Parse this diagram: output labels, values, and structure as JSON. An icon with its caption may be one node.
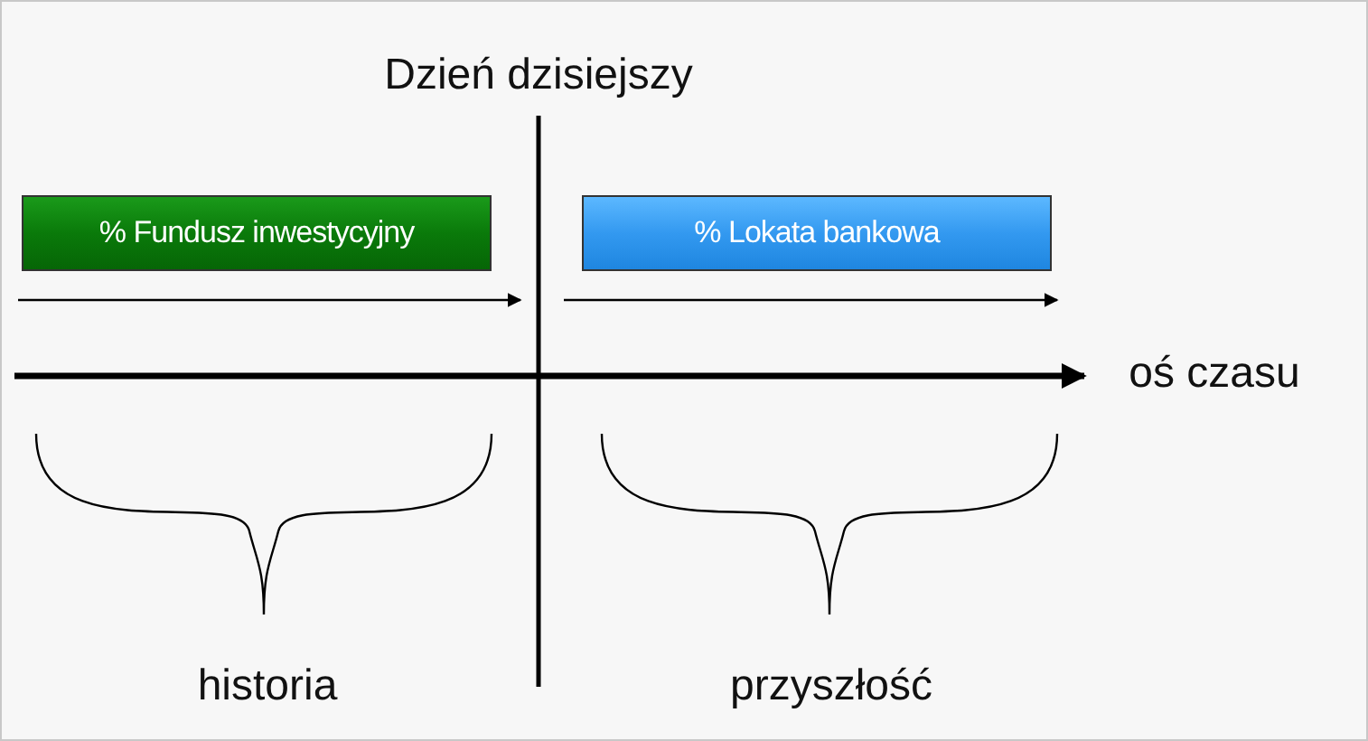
{
  "diagram": {
    "nodes": [
      {
        "text": [
          "% Fundusz inwestycyjny"
        ]
      },
      {
        "text": [
          "% Lokata bankowa"
        ]
      }
    ],
    "labels": [
      "Dzień dzisiejszy",
      "oś czasu",
      "historia",
      "przyszłość"
    ]
  }
}
